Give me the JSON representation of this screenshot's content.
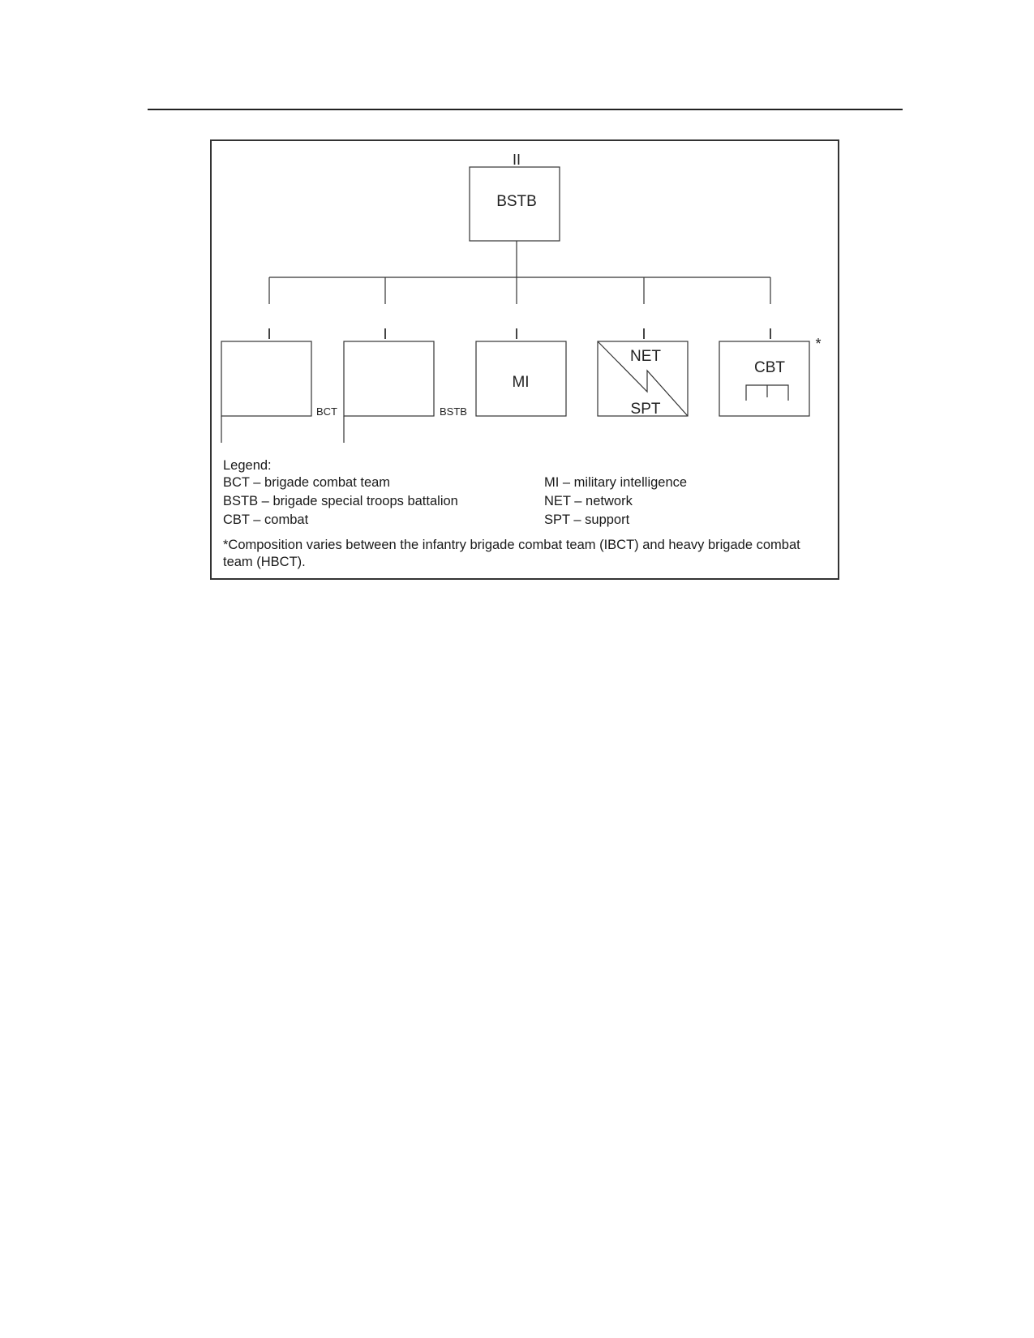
{
  "header": {},
  "diagram": {
    "echelons": {
      "battalion": "II",
      "company": "I"
    },
    "root": {
      "label": "BSTB"
    },
    "units": [
      {
        "id": "hhc-bct",
        "type": "blank",
        "side_label": "BCT"
      },
      {
        "id": "hhc-bstb",
        "type": "blank",
        "side_label": "BSTB"
      },
      {
        "id": "mi",
        "type": "text",
        "label": "MI"
      },
      {
        "id": "net-spt",
        "type": "net",
        "top_label": "NET",
        "bottom_label": "SPT"
      },
      {
        "id": "cbt",
        "type": "cbt",
        "label": "CBT",
        "asterisk": "*"
      }
    ]
  },
  "legend": {
    "title": "Legend:",
    "left": [
      "BCT – brigade combat team",
      "BSTB – brigade special troops battalion",
      "CBT – combat"
    ],
    "right": [
      "MI – military intelligence",
      "NET – network",
      "SPT – support"
    ]
  },
  "footnote": "*Composition varies between the infantry brigade combat team (IBCT) and heavy brigade combat team (HBCT)."
}
